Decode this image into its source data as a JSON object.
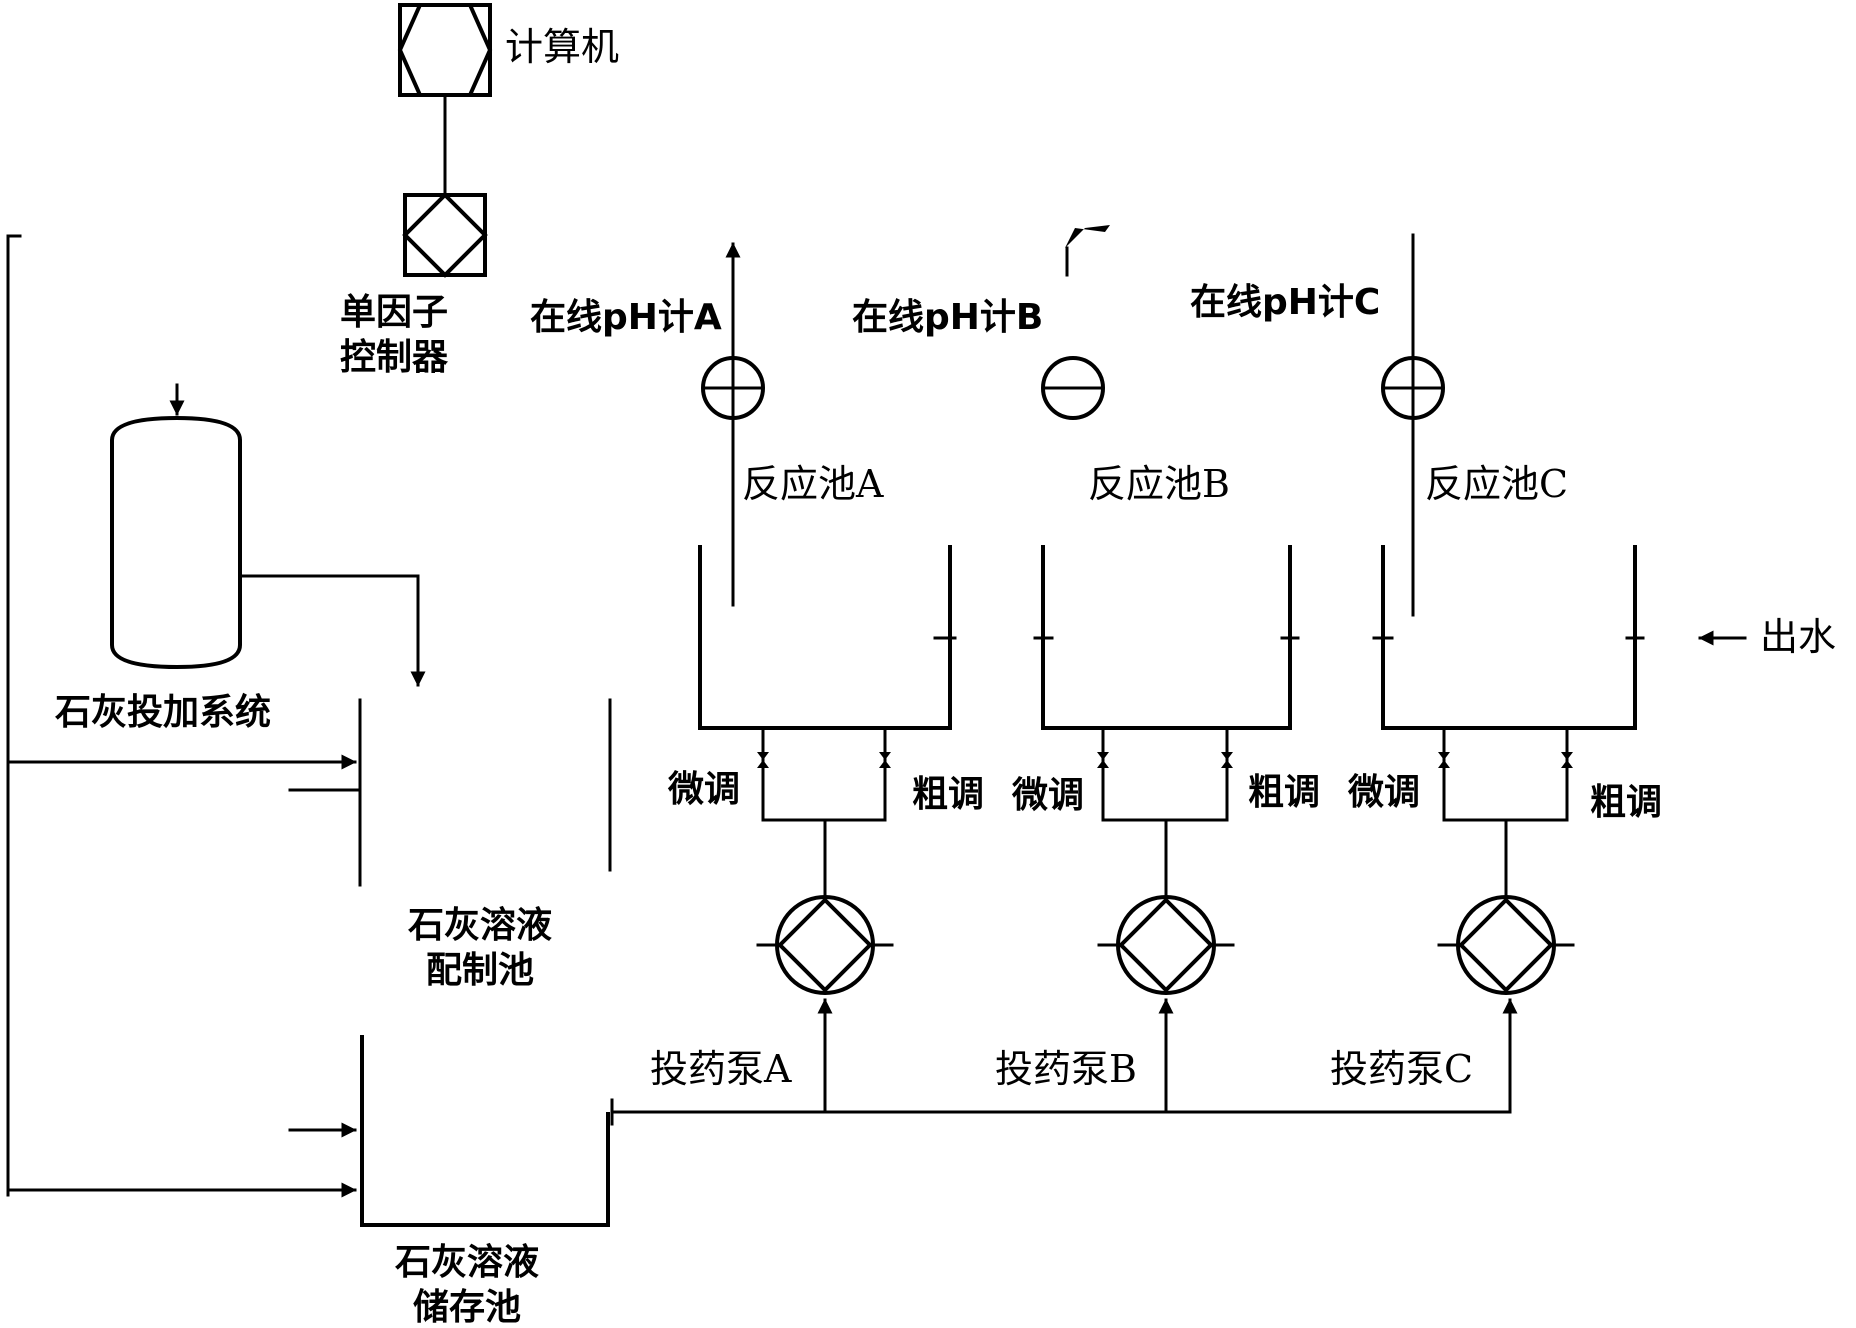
{
  "labels": {
    "computer": "计算机",
    "controller": "单因子\n控制器",
    "lime_dosing_system": "石灰投加系统",
    "prep_tank": "石灰溶液\n配制池",
    "storage_tank": "石灰溶液\n储存池",
    "ph_meter_a": "在线pH计A",
    "ph_meter_b": "在线pH计B",
    "ph_meter_c": "在线pH计C",
    "reactor_a": "反应池A",
    "reactor_b": "反应池B",
    "reactor_c": "反应池C",
    "outlet": "出水",
    "fine_a": "微调",
    "coarse_a": "粗调",
    "fine_b": "微调",
    "coarse_b": "粗调",
    "fine_c": "微调",
    "coarse_c": "粗调",
    "pump_a": "投药泵A",
    "pump_b": "投药泵B",
    "pump_c": "投药泵C"
  }
}
